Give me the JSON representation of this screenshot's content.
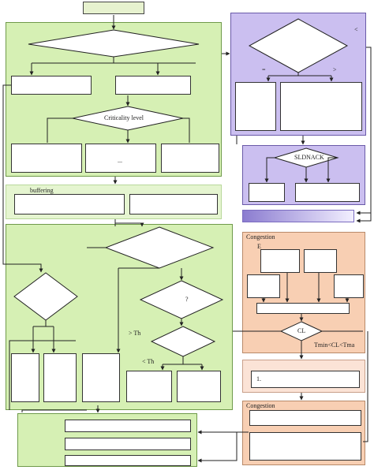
{
  "labels": {
    "criticality_level": "Criticality level",
    "buffering": "buffering",
    "sldnack": "SLDNACK",
    "congestion_1": "Congestion",
    "congestion_2": "Congestion",
    "cl": "CL",
    "tmin_cl_tmax": "Tmin<CL<Tma",
    "gt_th": "> Th",
    "lt_th": "< Th",
    "question": "?",
    "eq": "=",
    "gt": ">",
    "lt": "<",
    "e": "E",
    "dots": "...",
    "one": "1."
  },
  "colors": {
    "green_panel": "#d6f0b4",
    "purple_panel": "#cbbff0",
    "orange_panel": "#f8cfb3"
  }
}
